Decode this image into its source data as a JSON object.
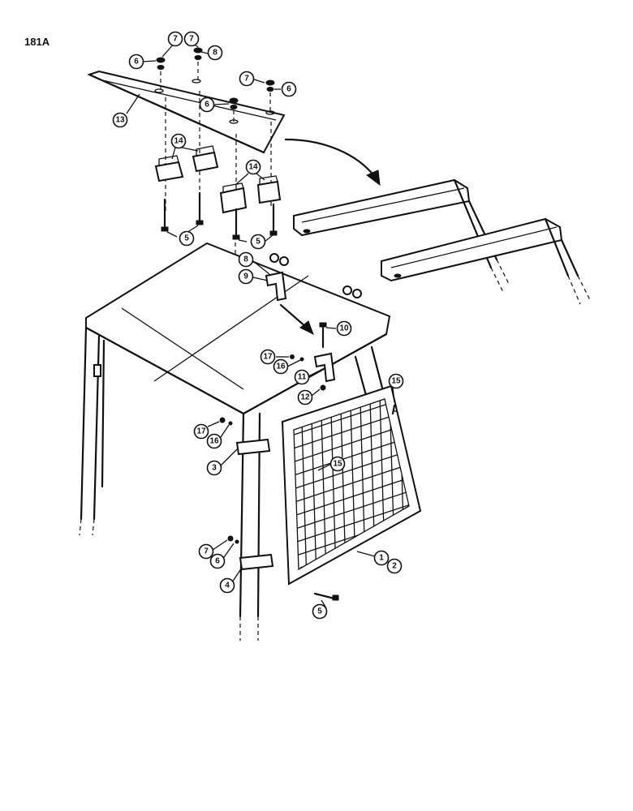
{
  "page_label": "181A",
  "callouts": [
    {
      "id": "c1",
      "number": "7"
    },
    {
      "id": "c2",
      "number": "7"
    },
    {
      "id": "c3",
      "number": "6"
    },
    {
      "id": "c4",
      "number": "8"
    },
    {
      "id": "c5",
      "number": "7"
    },
    {
      "id": "c6",
      "number": "6"
    },
    {
      "id": "c7",
      "number": "6"
    },
    {
      "id": "c8",
      "number": "13"
    },
    {
      "id": "c9",
      "number": "14"
    },
    {
      "id": "c10",
      "number": "14"
    },
    {
      "id": "c11",
      "number": "5"
    },
    {
      "id": "c12",
      "number": "5"
    },
    {
      "id": "c13",
      "number": "8"
    },
    {
      "id": "c14",
      "number": "9"
    },
    {
      "id": "c15",
      "number": "10"
    },
    {
      "id": "c16",
      "number": "17"
    },
    {
      "id": "c17",
      "number": "16"
    },
    {
      "id": "c18",
      "number": "11"
    },
    {
      "id": "c19",
      "number": "12"
    },
    {
      "id": "c20",
      "number": "15"
    },
    {
      "id": "c21",
      "number": "17"
    },
    {
      "id": "c22",
      "number": "16"
    },
    {
      "id": "c23",
      "number": "15"
    },
    {
      "id": "c24",
      "number": "3"
    },
    {
      "id": "c25",
      "number": "7"
    },
    {
      "id": "c26",
      "number": "6"
    },
    {
      "id": "c27",
      "number": "1"
    },
    {
      "id": "c28",
      "number": "2"
    },
    {
      "id": "c29",
      "number": "4"
    },
    {
      "id": "c30",
      "number": "5"
    }
  ]
}
